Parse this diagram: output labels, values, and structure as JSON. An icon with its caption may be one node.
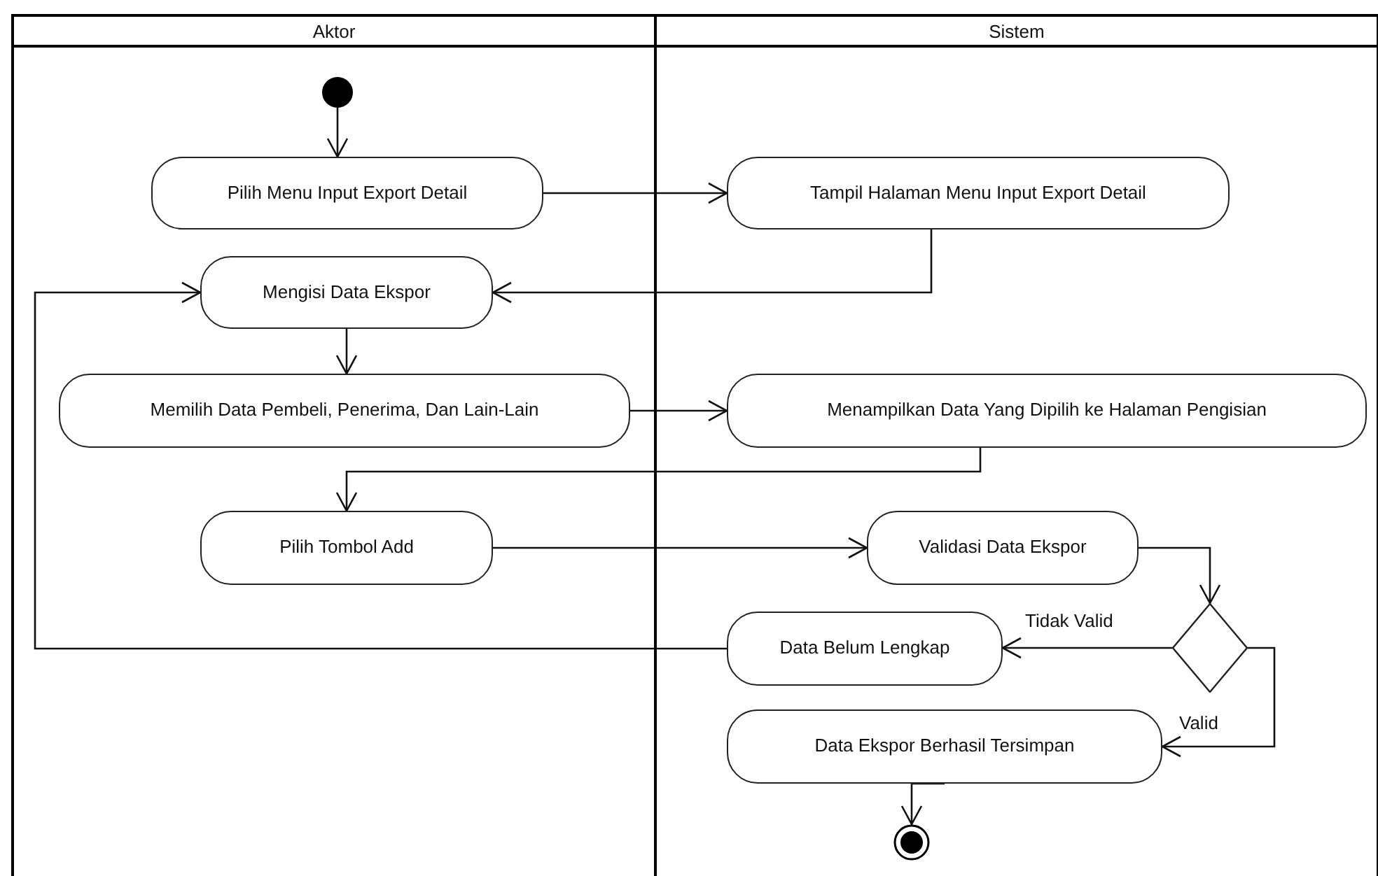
{
  "diagram": {
    "nodes": [
      {
        "text": [
          "Aktor"
        ]
      },
      {
        "text": [
          "Sistem"
        ]
      },
      {
        "text": [],
        "shape": "circle",
        "in": 0
      },
      {
        "text": [
          "Pilih Menu Input Export Detail"
        ],
        "in": 0
      },
      {
        "text": [
          "Tampil Halaman Menu Input Export Detail"
        ],
        "in": 1
      },
      {
        "text": [
          "Mengisi Data Ekspor"
        ],
        "in": 0
      },
      {
        "text": [
          "Memilih Data Pembeli, Penerima, Dan Lain-Lain"
        ],
        "in": 0
      },
      {
        "text": [
          "Menampilkan Data Yang Dipilih ke Halaman Pengisian"
        ],
        "in": 1
      },
      {
        "text": [
          "Pilih Tombol Add"
        ],
        "in": 0
      },
      {
        "text": [
          "Validasi Data Ekspor"
        ],
        "in": 1
      },
      {
        "text": [],
        "shape": "diamond",
        "in": 1
      },
      {
        "text": [
          "Data Belum Lengkap"
        ],
        "in": 1
      },
      {
        "text": [
          "Data Ekspor Berhasil Tersimpan"
        ],
        "in": 1
      },
      {
        "text": [],
        "shape": "circle",
        "in": 1
      }
    ],
    "edges": [
      {
        "from": 2,
        "to": 3,
        "arrow": "to"
      },
      {
        "from": 3,
        "to": 4,
        "arrow": "to"
      },
      {
        "from": 4,
        "to": 5,
        "arrow": "to"
      },
      {
        "from": 5,
        "to": 6,
        "arrow": "to"
      },
      {
        "from": 6,
        "to": 7,
        "arrow": "to"
      },
      {
        "from": 7,
        "to": 8,
        "arrow": "to"
      },
      {
        "from": 8,
        "to": 9,
        "arrow": "to"
      },
      {
        "from": 9,
        "to": 10,
        "arrow": "to"
      },
      {
        "from": 10,
        "to": 11,
        "arrow": "to",
        "label": "Tidak Valid"
      },
      {
        "from": 10,
        "to": 12,
        "arrow": "to",
        "label": "Valid"
      },
      {
        "from": 11,
        "to": 5,
        "arrow": "to"
      },
      {
        "from": 12,
        "to": 13,
        "arrow": "to"
      }
    ]
  }
}
